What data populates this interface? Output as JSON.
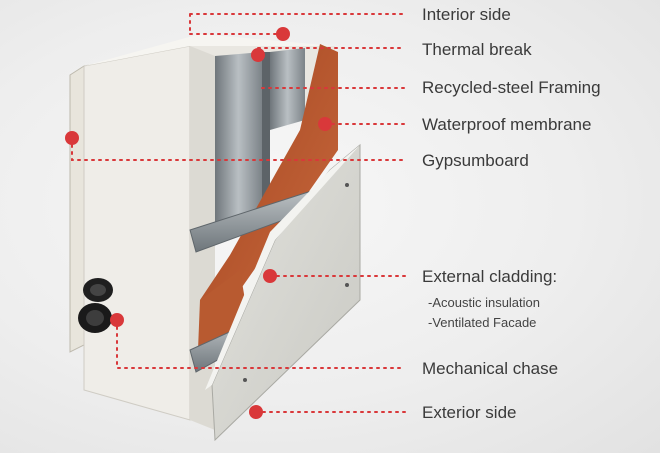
{
  "labels": {
    "interior_side": "Interior  side",
    "thermal_break": "Thermal break",
    "recycled_steel_framing": "Recycled-steel Framing",
    "waterproof_membrane": "Waterproof membrane",
    "gypsumboard": "Gypsumboard",
    "external_cladding": "External cladding:",
    "acoustic_insulation": "-Acoustic insulation",
    "ventilated_facade": "-Ventilated Facade",
    "mechanical_chase": "Mechanical chase",
    "exterior_side": "Exterior side"
  },
  "colors": {
    "marker": "#d9383a",
    "membrane": "#b5532c",
    "steel": "#9aa1a6",
    "board": "#eeece6"
  }
}
